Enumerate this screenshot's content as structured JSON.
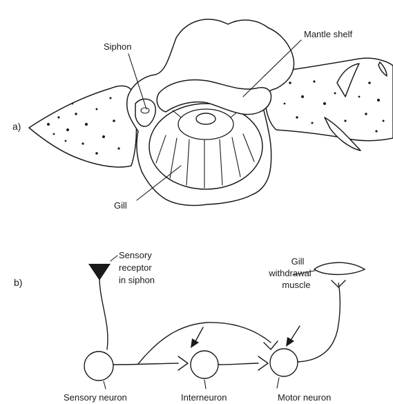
{
  "panels": {
    "a": "a)",
    "b": "b)"
  },
  "labels_a": {
    "siphon": "Siphon",
    "mantle_shelf": "Mantle shelf",
    "gill": "Gill"
  },
  "labels_b": {
    "sensory_receptor": [
      "Sensory",
      "receptor",
      "in siphon"
    ],
    "gill_muscle": [
      "Gill",
      "withdrawal",
      "muscle"
    ],
    "sensory_neuron": "Sensory neuron",
    "interneuron": "Interneuron",
    "motor_neuron": "Motor neuron"
  }
}
